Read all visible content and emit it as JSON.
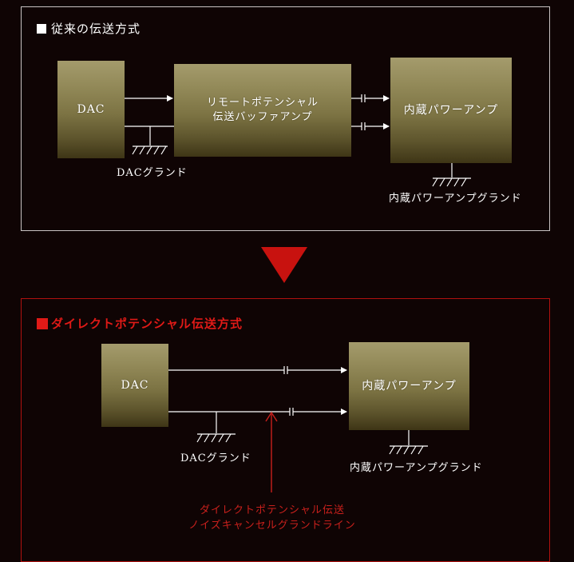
{
  "conventional": {
    "title": "従来の伝送方式",
    "dac_label": "DAC",
    "buffer_amp_label": "リモートポテンシャル\n伝送バッファアンプ",
    "internal_amp_label": "内蔵パワーアンプ",
    "dac_ground_label": "DACグランド",
    "amp_ground_label": "内蔵パワーアンプグランド"
  },
  "direct": {
    "title": "ダイレクトポテンシャル伝送方式",
    "dac_label": "DAC",
    "internal_amp_label": "内蔵パワーアンプ",
    "dac_ground_label": "DACグランド",
    "amp_ground_label": "内蔵パワーアンプグランド",
    "annotation_line1": "ダイレクトポテンシャル伝送",
    "annotation_line2": "ノイズキャンセルグランドライン"
  },
  "colors": {
    "background": "#0f0404",
    "top_border": "#c9c3c3",
    "bottom_border": "#b0110f",
    "accent_red": "#e01a17",
    "box_gold_light": "#a49b6c",
    "box_gold_dark": "#3e3516"
  }
}
